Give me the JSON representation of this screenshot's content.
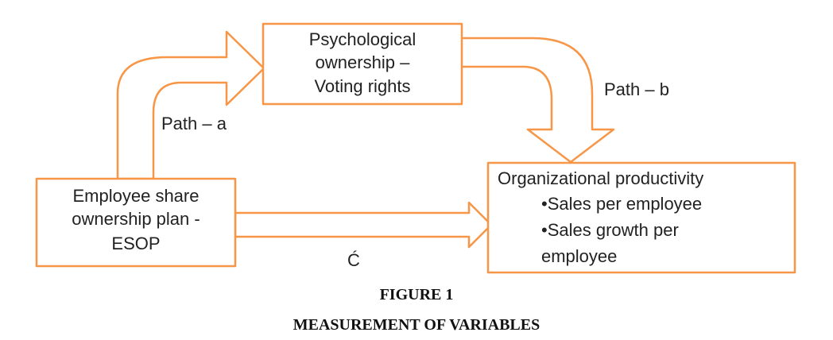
{
  "boxes": {
    "esop": {
      "lines": [
        "Employee share",
        "ownership plan -",
        "ESOP"
      ]
    },
    "psych": {
      "lines": [
        "Psychological",
        "ownership –",
        "Voting rights"
      ]
    },
    "org": {
      "title": "Organizational productivity",
      "bullets": [
        "•Sales per employee",
        "•Sales growth per"
      ],
      "continuation": "employee"
    }
  },
  "paths": {
    "a": "Path – a",
    "b": "Path – b",
    "c": "Ć"
  },
  "caption": {
    "figure": "FIGURE 1",
    "title": "MEASUREMENT OF VARIABLES"
  },
  "colors": {
    "stroke": "#F79646",
    "text": "#222222"
  }
}
